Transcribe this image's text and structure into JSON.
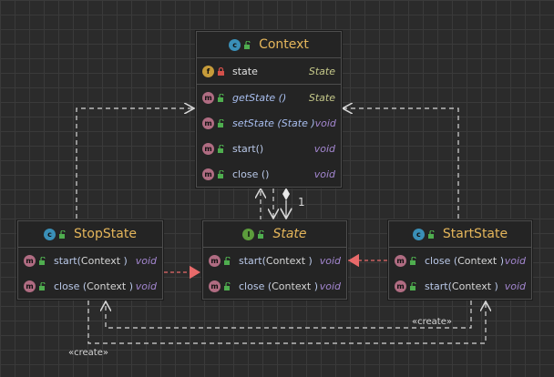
{
  "context": {
    "name": "Context",
    "field": {
      "name": "state",
      "type": "State"
    },
    "methods": [
      {
        "name": "getState ()",
        "ret": "State"
      },
      {
        "name": "setState (State )",
        "ret": "void"
      },
      {
        "name": "start()",
        "ret": "void"
      },
      {
        "name": "close ()",
        "ret": "void"
      }
    ]
  },
  "state": {
    "name": "State",
    "methods": [
      {
        "pre": "start(",
        "param": "Context",
        "post": " )",
        "ret": "void"
      },
      {
        "pre": "close (",
        "param": "Context",
        "post": " )",
        "ret": "void"
      }
    ]
  },
  "stop_state": {
    "name": "StopState",
    "methods": [
      {
        "pre": "start(",
        "param": "Context",
        "post": " )",
        "ret": "void"
      },
      {
        "pre": "close (",
        "param": "Context",
        "post": " )",
        "ret": "void"
      }
    ]
  },
  "start_state": {
    "name": "StartState",
    "methods": [
      {
        "pre": "close (",
        "param": "Context",
        "post": " )",
        "ret": "void"
      },
      {
        "pre": "start(",
        "param": "Context",
        "post": " )",
        "ret": "void"
      }
    ]
  },
  "icons": {
    "class": "c",
    "interface": "I",
    "method": "m",
    "field": "f"
  },
  "labels": {
    "multiplicity": "1",
    "create_1": "«create»",
    "create_2": "«create»"
  }
}
